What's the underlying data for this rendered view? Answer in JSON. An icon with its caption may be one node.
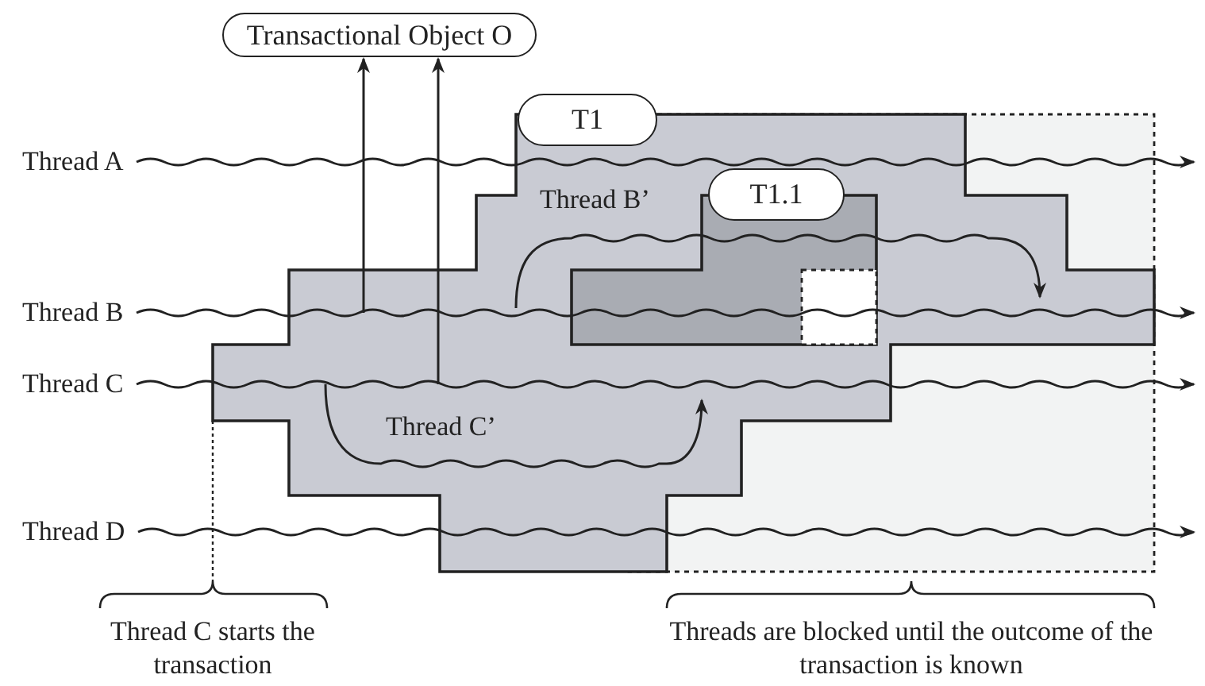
{
  "diagram": {
    "nodes": [
      {
        "text": [
          "Transactional Object O"
        ]
      },
      {
        "text": [
          "T1"
        ]
      },
      {
        "text": [
          "T1.1"
        ]
      },
      {
        "text": [
          "Thread A"
        ]
      },
      {
        "text": [
          "Thread B"
        ]
      },
      {
        "text": [
          "Thread C"
        ]
      },
      {
        "text": [
          "Thread D"
        ]
      }
    ],
    "edges": [
      {
        "from": 3,
        "to": null,
        "arrow": "to"
      },
      {
        "from": 4,
        "to": null,
        "arrow": "to"
      },
      {
        "from": 5,
        "to": null,
        "arrow": "to"
      },
      {
        "from": 6,
        "to": null,
        "arrow": "to"
      },
      {
        "from": null,
        "to": 0,
        "arrow": "to"
      },
      {
        "from": null,
        "to": 0,
        "arrow": "to"
      }
    ],
    "labels": [
      "Thread B’",
      "Thread C’",
      "Thread C starts the transaction",
      "Threads are blocked until the outcome of the transaction is known"
    ]
  }
}
